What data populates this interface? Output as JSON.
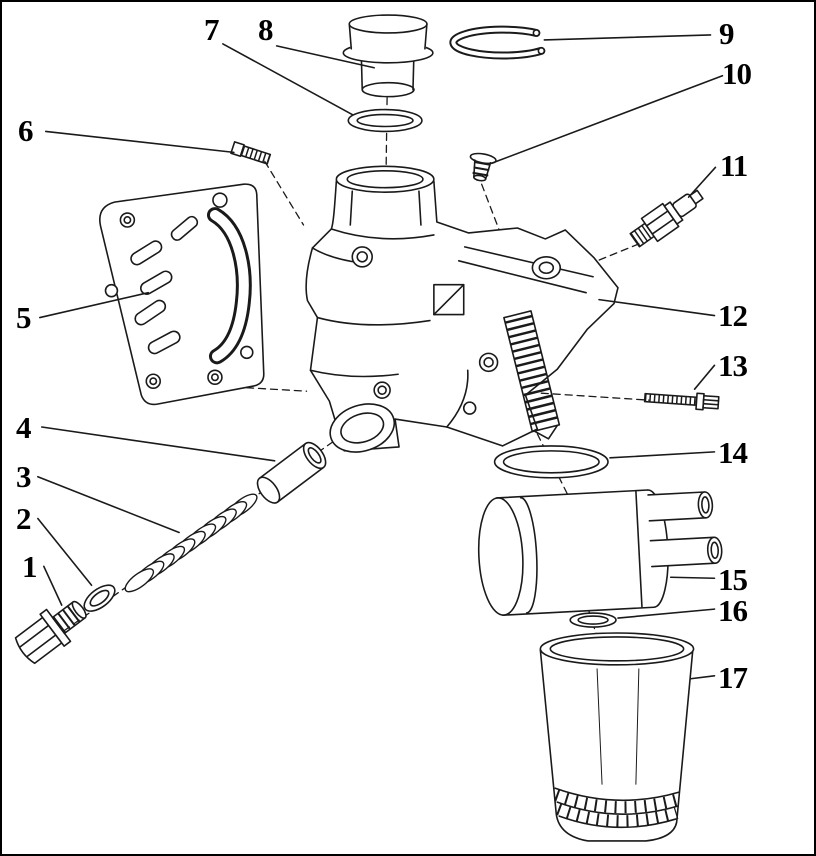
{
  "figure": {
    "callouts": [
      {
        "label": "1"
      },
      {
        "label": "2"
      },
      {
        "label": "3"
      },
      {
        "label": "4"
      },
      {
        "label": "5"
      },
      {
        "label": "6"
      },
      {
        "label": "7"
      },
      {
        "label": "8"
      },
      {
        "label": "9"
      },
      {
        "label": "10"
      },
      {
        "label": "11"
      },
      {
        "label": "12"
      },
      {
        "label": "13"
      },
      {
        "label": "14"
      },
      {
        "label": "15"
      },
      {
        "label": "16"
      },
      {
        "label": "17"
      }
    ]
  }
}
